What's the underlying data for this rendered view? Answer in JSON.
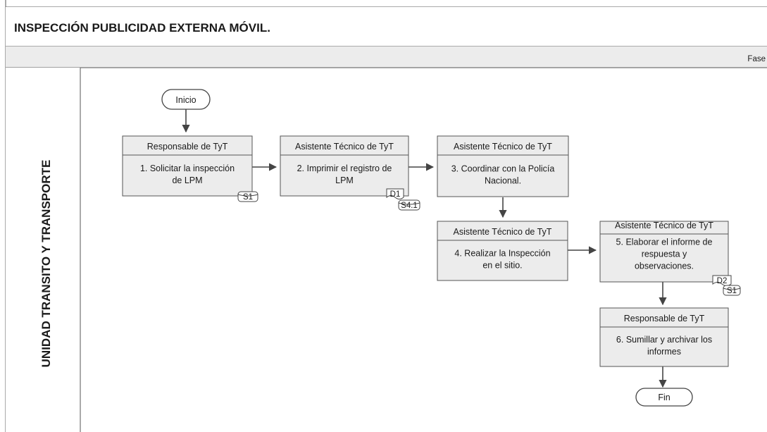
{
  "diagram": {
    "title": "INSPECCIÓN PUBLICIDAD EXTERNA MÓVIL.",
    "phase_label": "Fase",
    "lane": "UNIDAD TRANSITO Y TRANSPORTE",
    "start_label": "Inicio",
    "end_label": "Fin",
    "steps": [
      {
        "role": "Responsable de TyT",
        "lines": [
          "1. Solicitar la inspección",
          "de LPM"
        ],
        "tags": [
          "S1"
        ]
      },
      {
        "role": "Asistente Técnico de TyT",
        "lines": [
          "2. Imprimir el registro de",
          "LPM"
        ],
        "tags": [
          "D1",
          "S4.1"
        ]
      },
      {
        "role": "Asistente Técnico de TyT",
        "lines": [
          "3. Coordinar con la Policía",
          "Nacional."
        ],
        "tags": []
      },
      {
        "role": "Asistente Técnico de TyT",
        "lines": [
          "4. Realizar la Inspección",
          "en el sitio."
        ],
        "tags": []
      },
      {
        "role": "Asistente Técnico de TyT",
        "lines": [
          "5. Elaborar el informe de",
          "respuesta y",
          "observaciones."
        ],
        "tags": [
          "D2",
          "S1"
        ]
      },
      {
        "role": "Responsable de TyT",
        "lines": [
          "6. Sumillar y archivar los",
          "informes"
        ],
        "tags": []
      }
    ]
  }
}
